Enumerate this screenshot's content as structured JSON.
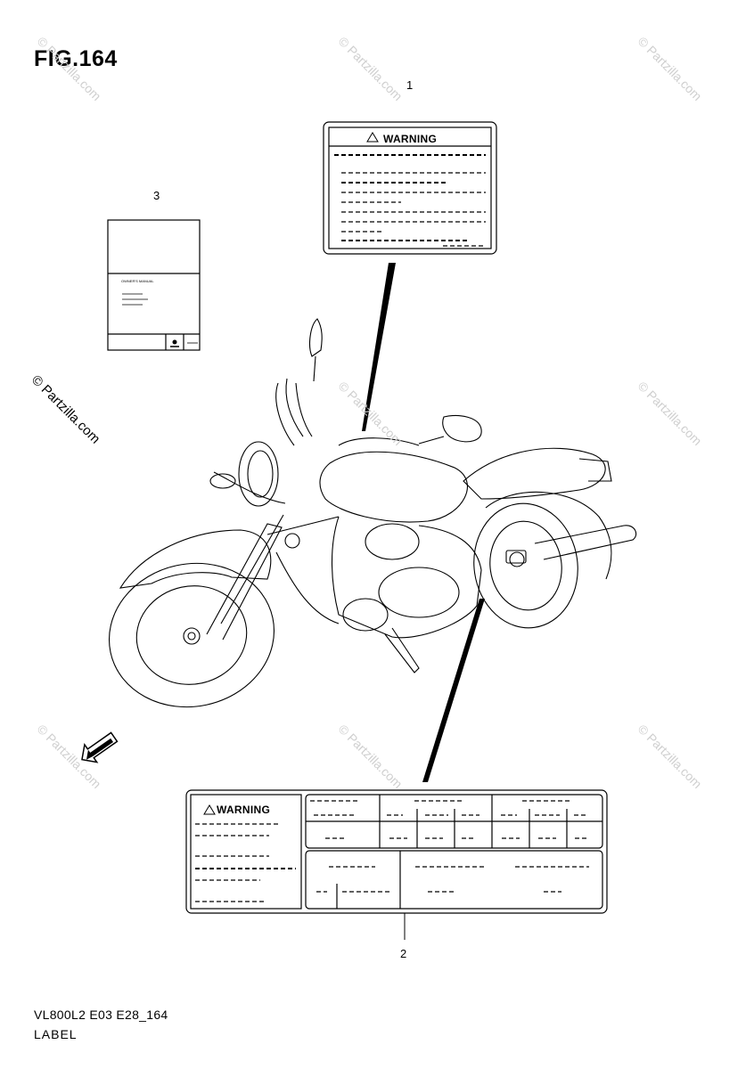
{
  "figure": {
    "title": "FIG.164",
    "footer_code": "VL800L2 E03 E28_164",
    "footer_label": "LABEL"
  },
  "parts": [
    {
      "ref": "1",
      "description": "Warning label (upper)"
    },
    {
      "ref": "2",
      "description": "Warning label (lower)"
    },
    {
      "ref": "3",
      "description": "Owner's manual"
    }
  ],
  "labels": {
    "warning_text": "WARNING",
    "manual_title": "OWNER'S MANUAL"
  },
  "watermark": {
    "main": "© Partzilla.com",
    "faded": "© Partzilla.com"
  },
  "icons": {
    "front_arrow": "fwd-arrow-icon"
  }
}
